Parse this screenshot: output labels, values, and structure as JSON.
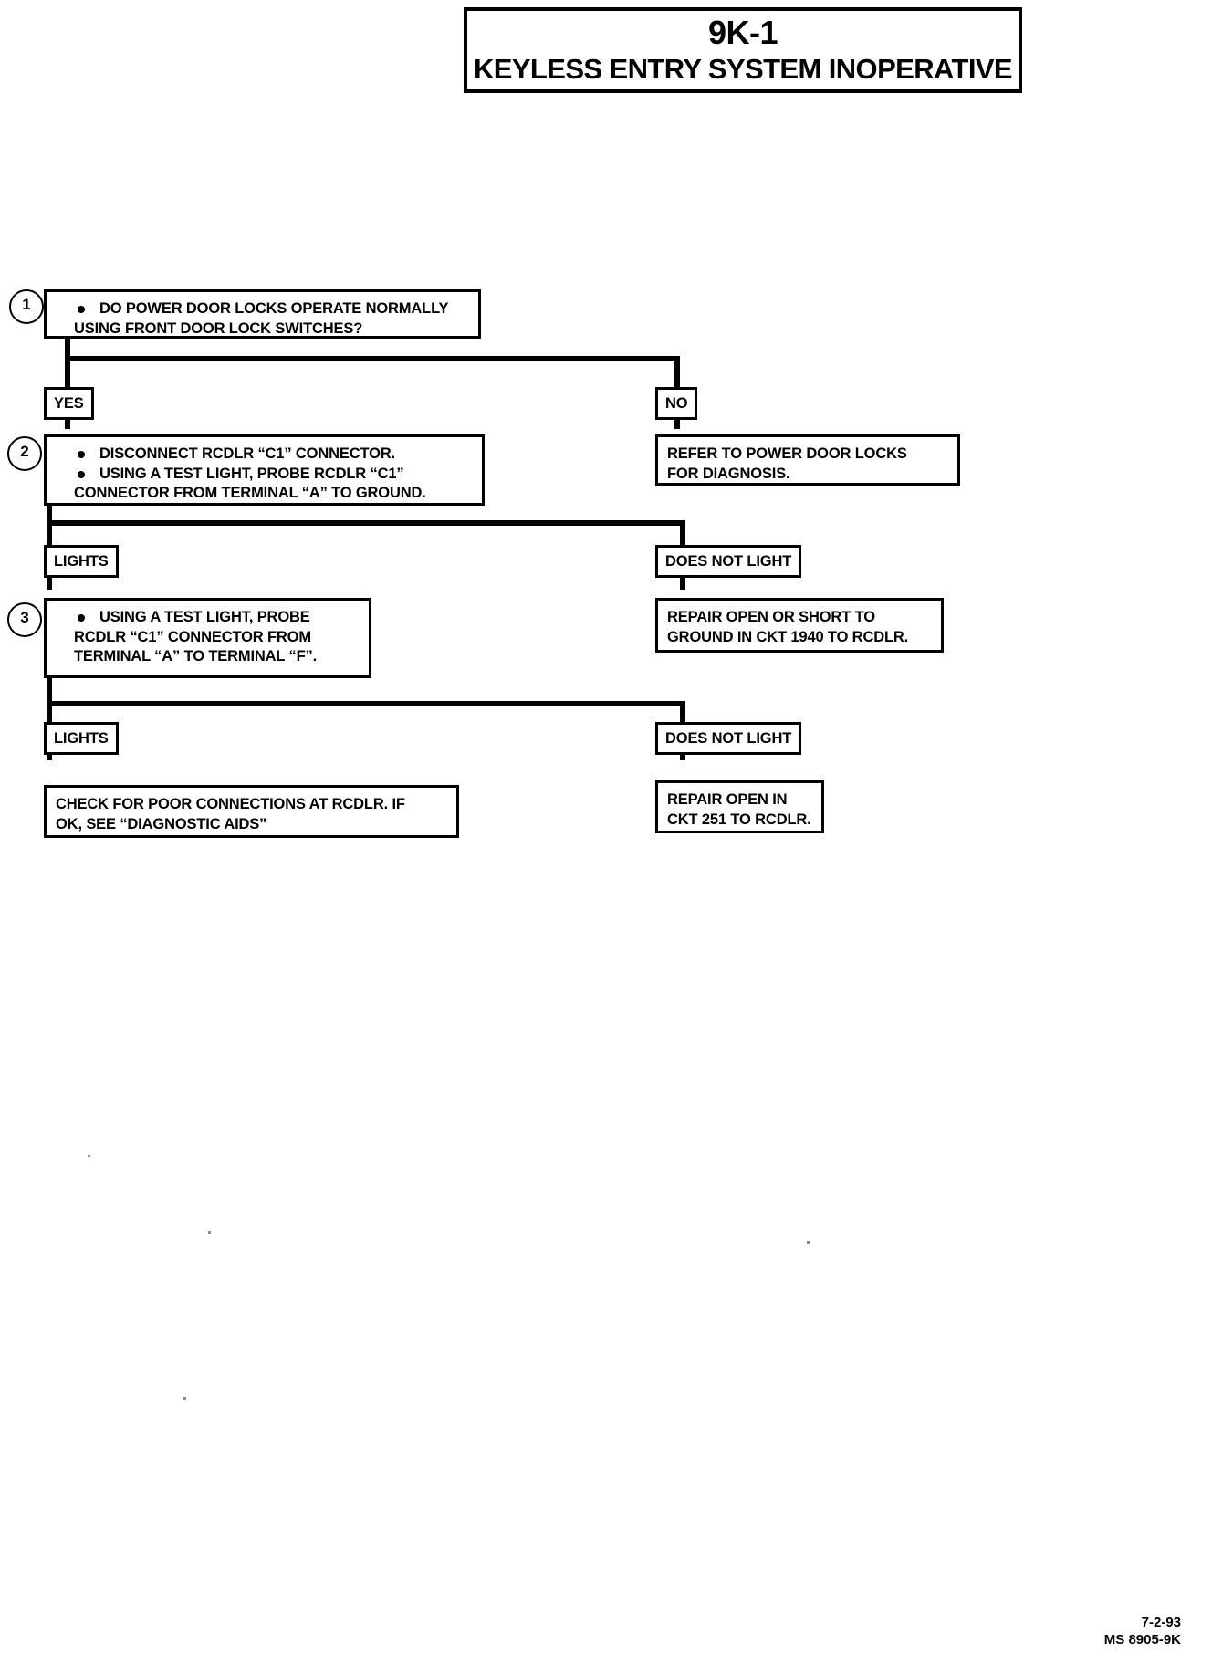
{
  "header": {
    "code": "9K-1",
    "title": "KEYLESS ENTRY SYSTEM INOPERATIVE"
  },
  "steps": [
    {
      "number": "1",
      "lines": [
        "DO POWER DOOR LOCKS OPERATE NORMALLY",
        "USING FRONT DOOR LOCK SWITCHES?"
      ]
    },
    {
      "number": "2",
      "bullet1": [
        "DISCONNECT RCDLR “C1” CONNECTOR."
      ],
      "bullet2": [
        "USING A TEST LIGHT, PROBE RCDLR “C1”",
        "CONNECTOR FROM TERMINAL “A” TO GROUND."
      ]
    },
    {
      "number": "3",
      "lines": [
        "USING A TEST LIGHT, PROBE",
        "RCDLR “C1” CONNECTOR FROM",
        "TERMINAL “A” TO TERMINAL “F”."
      ]
    }
  ],
  "branches": {
    "yes": "YES",
    "no": "NO",
    "lights_1": "LIGHTS",
    "does_not_light_1": "DOES NOT LIGHT",
    "lights_2": "LIGHTS",
    "does_not_light_2": "DOES NOT LIGHT"
  },
  "results": {
    "refer_power_door_locks": [
      "REFER TO POWER DOOR LOCKS",
      " FOR DIAGNOSIS."
    ],
    "repair_open_short_1940": [
      "REPAIR OPEN OR SHORT TO",
      "GROUND IN CKT 1940 TO RCDLR."
    ],
    "check_poor_connections": [
      "CHECK FOR POOR CONNECTIONS AT RCDLR.  IF",
      "OK, SEE “DIAGNOSTIC AIDS”"
    ],
    "repair_open_251": [
      "REPAIR OPEN IN",
      "CKT 251 TO RCDLR."
    ]
  },
  "footer": {
    "date": "7-2-93",
    "document_id": "MS 8905-9K"
  }
}
